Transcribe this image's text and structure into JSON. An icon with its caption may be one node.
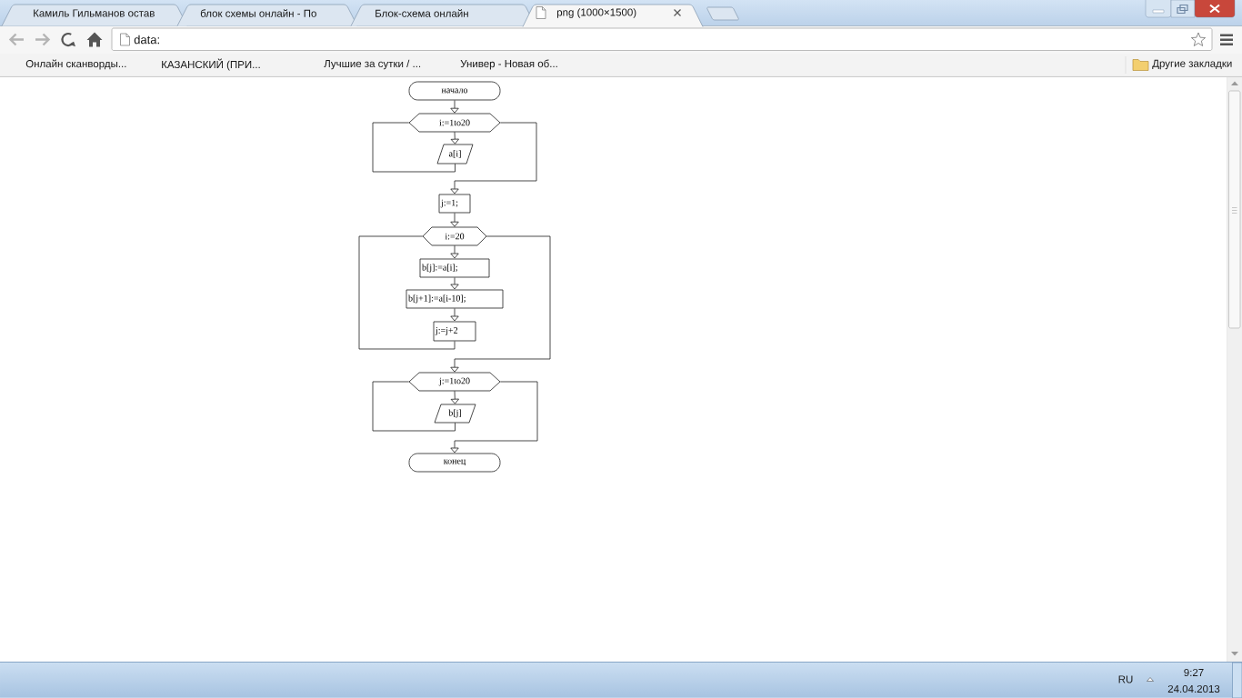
{
  "diagram": {
    "nodes": [
      {
        "text": [
          "начало"
        ]
      },
      {
        "text": [
          "i:=1to20"
        ]
      },
      {
        "text": [
          "a[i]"
        ]
      },
      {
        "text": [
          "j:=1;"
        ]
      },
      {
        "text": [
          "i:=20"
        ]
      },
      {
        "text": [
          "b[j]:=a[i];"
        ]
      },
      {
        "text": [
          "b[j+1]:=a[i-10];"
        ]
      },
      {
        "text": [
          "j:=j+2"
        ]
      },
      {
        "text": [
          "j:=1to20"
        ]
      },
      {
        "text": [
          "b[j]"
        ]
      },
      {
        "text": [
          "конец"
        ]
      }
    ],
    "edges": [
      {
        "from": 0,
        "to": 1,
        "arrow": "to"
      },
      {
        "from": 1,
        "to": 2,
        "arrow": "to"
      },
      {
        "from": 2,
        "to": 1,
        "arrow": "none"
      },
      {
        "from": 1,
        "to": 3,
        "arrow": "to"
      },
      {
        "from": 3,
        "to": 4,
        "arrow": "to"
      },
      {
        "from": 4,
        "to": 5,
        "arrow": "to"
      },
      {
        "from": 5,
        "to": 6,
        "arrow": "to"
      },
      {
        "from": 6,
        "to": 7,
        "arrow": "to"
      },
      {
        "from": 7,
        "to": 4,
        "arrow": "none"
      },
      {
        "from": 4,
        "to": 8,
        "arrow": "to"
      },
      {
        "from": 8,
        "to": 9,
        "arrow": "to"
      },
      {
        "from": 9,
        "to": 8,
        "arrow": "none"
      },
      {
        "from": 8,
        "to": 10,
        "arrow": "to"
      }
    ],
    "labels": [
      "Камиль Гильманов остав",
      "блок схемы онлайн - По",
      "Блок-схема онлайн",
      "png (1000×1500)",
      "data:",
      "Онлайн сканворды...",
      "КАЗАНСКИЙ (ПРИ...",
      "Лучшие за сутки / ...",
      "Универ - Новая об...",
      "Другие закладки",
      "RU",
      "9:27",
      "24.04.2013"
    ]
  }
}
